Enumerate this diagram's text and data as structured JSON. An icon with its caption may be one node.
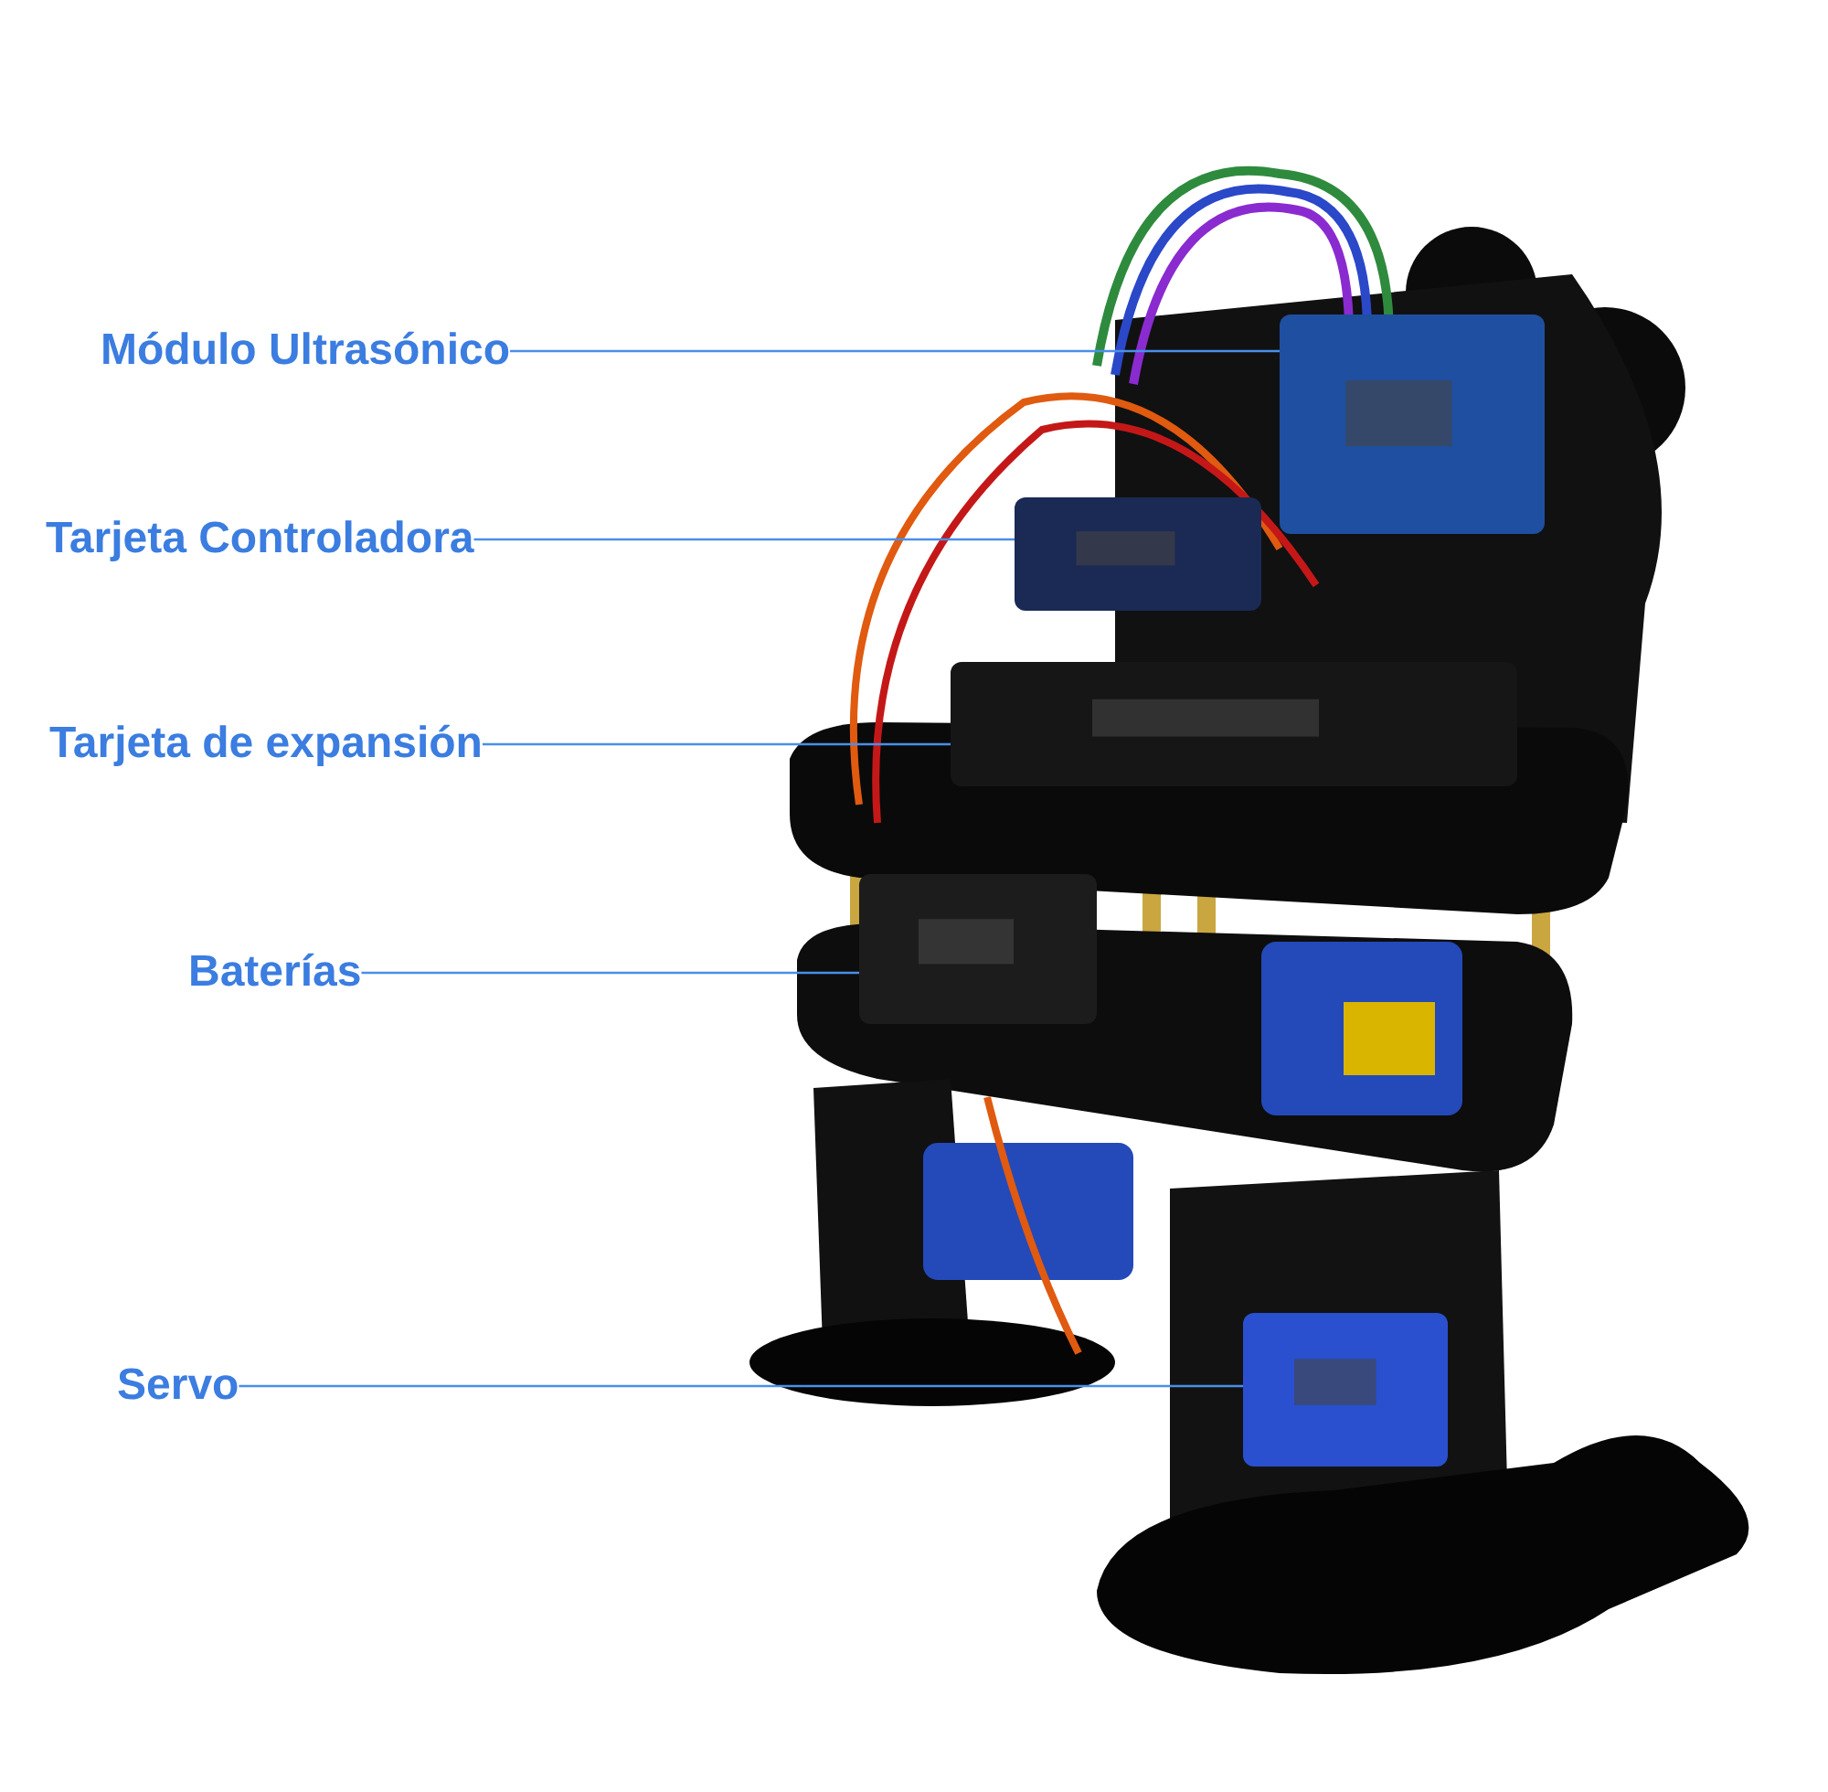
{
  "diagram": {
    "nodes": [
      {
        "text": [
          "Módulo Ultrasónico"
        ]
      },
      {
        "text": [],
        "shape": "picture"
      },
      {
        "text": [
          "Tarjeta Controladora"
        ]
      },
      {
        "text": [],
        "shape": "picture"
      },
      {
        "text": [
          "Tarjeta de expansión"
        ]
      },
      {
        "text": [],
        "shape": "picture"
      },
      {
        "text": [
          "Baterías"
        ]
      },
      {
        "text": [],
        "shape": "picture"
      },
      {
        "text": [
          "Servo"
        ]
      },
      {
        "text": [],
        "shape": "picture"
      }
    ],
    "edges": [
      {
        "from": 0,
        "to": 1,
        "arrow": "none"
      },
      {
        "from": 2,
        "to": 3,
        "arrow": "none"
      },
      {
        "from": 4,
        "to": 5,
        "arrow": "none"
      },
      {
        "from": 6,
        "to": 7,
        "arrow": "none"
      },
      {
        "from": 8,
        "to": 9,
        "arrow": "none"
      }
    ]
  }
}
